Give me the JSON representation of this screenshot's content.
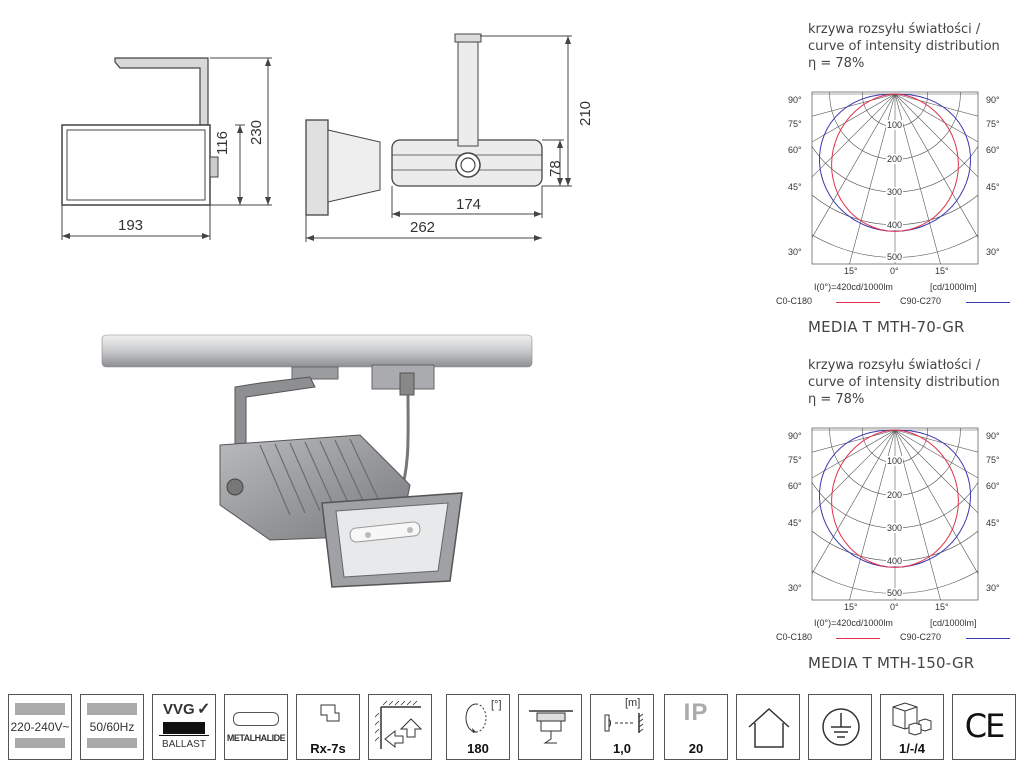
{
  "drawing": {
    "front": {
      "width": "193",
      "height_total": "230",
      "height_body": "116"
    },
    "side": {
      "height_total": "210",
      "body_height": "78",
      "body_width": "174",
      "total_width": "262"
    }
  },
  "diagrams": [
    {
      "caption_pl": "krzywa rozsyłu światłości /",
      "caption_en": "curve of intensity distribution",
      "efficiency": "η = 78%",
      "angles_left": [
        "90°",
        "75°",
        "60°",
        "45°",
        "30°"
      ],
      "angles_right": [
        "90°",
        "75°",
        "60°",
        "45°",
        "30°"
      ],
      "bottom_angles": [
        "15°",
        "0°",
        "15°"
      ],
      "radial_labels": [
        "100",
        "200",
        "300",
        "400",
        "500"
      ],
      "intensity_note": "I(0°)=420cd/1000lm",
      "unit": "[cd/1000lm]",
      "legend_c0": "C0-C180",
      "legend_c90": "C90-C270",
      "model": "MEDIA T MTH-70-GR"
    },
    {
      "caption_pl": "krzywa rozsyłu światłości /",
      "caption_en": "curve of intensity distribution",
      "efficiency": "η = 78%",
      "angles_left": [
        "90°",
        "75°",
        "60°",
        "45°",
        "30°"
      ],
      "angles_right": [
        "90°",
        "75°",
        "60°",
        "45°",
        "30°"
      ],
      "bottom_angles": [
        "15°",
        "0°",
        "15°"
      ],
      "radial_labels": [
        "100",
        "200",
        "300",
        "400",
        "500"
      ],
      "intensity_note": "I(0°)=420cd/1000lm",
      "unit": "[cd/1000lm]",
      "legend_c0": "C0-C180",
      "legend_c90": "C90-C270",
      "model": "MEDIA T MTH-150-GR"
    }
  ],
  "colors": {
    "c0_curve": "#e0304a",
    "c90_curve": "#3a3ab0",
    "housing": "#a8aaae"
  },
  "icons": [
    {
      "name": "voltage-icon",
      "text": "220-240V~"
    },
    {
      "name": "frequency-icon",
      "text": "50/60Hz"
    },
    {
      "name": "vvg-ballast-icon",
      "text": "VVG",
      "sub": "BALLAST"
    },
    {
      "name": "metalhalide-icon",
      "text": "METALHALIDE"
    },
    {
      "name": "socket-icon",
      "text": "Rx-7s"
    },
    {
      "name": "mounting-surface-icon",
      "text": ""
    },
    {
      "name": "rotation-icon",
      "text": "180",
      "unit": "[°]"
    },
    {
      "name": "track-adapter-icon",
      "text": ""
    },
    {
      "name": "min-distance-icon",
      "text": "1,0",
      "unit": "[m]"
    },
    {
      "name": "ip-rating-icon",
      "text": "20",
      "sub": "IP"
    },
    {
      "name": "indoor-use-icon",
      "text": ""
    },
    {
      "name": "earthing-icon",
      "text": ""
    },
    {
      "name": "packaging-icon",
      "text": "1/-/4"
    },
    {
      "name": "ce-mark-icon",
      "text": "CE"
    }
  ]
}
